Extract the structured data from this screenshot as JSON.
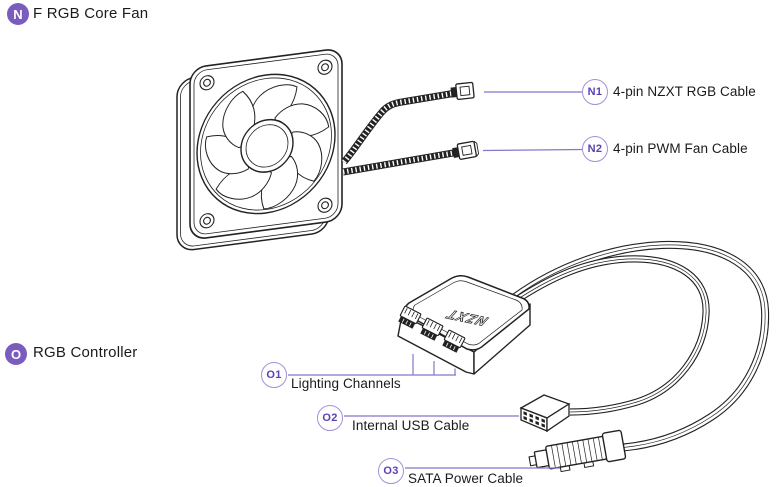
{
  "colors": {
    "bg": "#ffffff",
    "ink": "#222222",
    "text_dark": "#1b1b1b",
    "badge_fill": "#7a5cbe",
    "badge_letter": "#ffffff",
    "ring": "#a491d9",
    "num": "#5b3fb4",
    "leader": "#8a74cc"
  },
  "diagram": {
    "fan": {
      "badge": "N",
      "title": "F RGB Core Fan",
      "callouts": [
        {
          "id": "N1",
          "label": "4-pin NZXT RGB Cable"
        },
        {
          "id": "N2",
          "label": "4-pin PWM Fan Cable"
        }
      ]
    },
    "controller": {
      "badge": "O",
      "title": "RGB Controller",
      "logo": "NZXT",
      "callouts": [
        {
          "id": "O1",
          "label": "Lighting Channels"
        },
        {
          "id": "O2",
          "label": "Internal USB Cable"
        },
        {
          "id": "O3",
          "label": "SATA Power Cable"
        }
      ]
    }
  }
}
